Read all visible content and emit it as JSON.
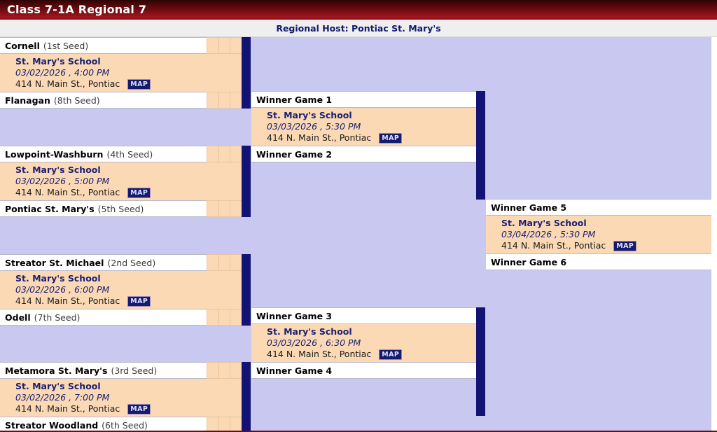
{
  "header": {
    "title": "Class 7-1A Regional 7",
    "host_label": "Regional Host: Pontiac St. Mary's"
  },
  "colors": {
    "title_bar": "#6d0b10",
    "host_text": "#121a6e",
    "bracket_bg": "#c8c8f0",
    "game_box": "#fbd9b5",
    "connector": "#131375",
    "map_badge_bg": "#141a6e"
  },
  "map_label": "MAP",
  "teams": [
    {
      "name": "Cornell",
      "seed": "(1st Seed)"
    },
    {
      "name": "Flanagan",
      "seed": "(8th Seed)"
    },
    {
      "name": "Lowpoint-Washburn",
      "seed": "(4th Seed)"
    },
    {
      "name": "Pontiac St. Mary's",
      "seed": "(5th Seed)"
    },
    {
      "name": "Streator St. Michael",
      "seed": "(2nd Seed)"
    },
    {
      "name": "Odell",
      "seed": "(7th Seed)"
    },
    {
      "name": "Metamora St. Mary's",
      "seed": "(3rd Seed)"
    },
    {
      "name": "Streator Woodland",
      "seed": "(6th Seed)"
    }
  ],
  "round1_games": [
    {
      "venue": "St. Mary's School",
      "when": "03/02/2026 , 4:00 PM",
      "address": "414 N. Main St., Pontiac"
    },
    {
      "venue": "St. Mary's School",
      "when": "03/02/2026 , 5:00 PM",
      "address": "414 N. Main St., Pontiac"
    },
    {
      "venue": "St. Mary's School",
      "when": "03/02/2026 , 6:00 PM",
      "address": "414 N. Main St., Pontiac"
    },
    {
      "venue": "St. Mary's School",
      "when": "03/02/2026 , 7:00 PM",
      "address": "414 N. Main St., Pontiac"
    }
  ],
  "round2_slots": [
    {
      "label": "Winner Game 1"
    },
    {
      "label": "Winner Game 2"
    },
    {
      "label": "Winner Game 3"
    },
    {
      "label": "Winner Game 4"
    }
  ],
  "round2_games": [
    {
      "venue": "St. Mary's School",
      "when": "03/03/2026 , 5:30 PM",
      "address": "414 N. Main St., Pontiac"
    },
    {
      "venue": "St. Mary's School",
      "when": "03/03/2026 , 6:30 PM",
      "address": "414 N. Main St., Pontiac"
    }
  ],
  "round3_slots": [
    {
      "label": "Winner Game 5"
    },
    {
      "label": "Winner Game 6"
    }
  ],
  "round3_games": [
    {
      "venue": "St. Mary's School",
      "when": "03/04/2026 , 5:30 PM",
      "address": "414 N. Main St., Pontiac"
    }
  ]
}
